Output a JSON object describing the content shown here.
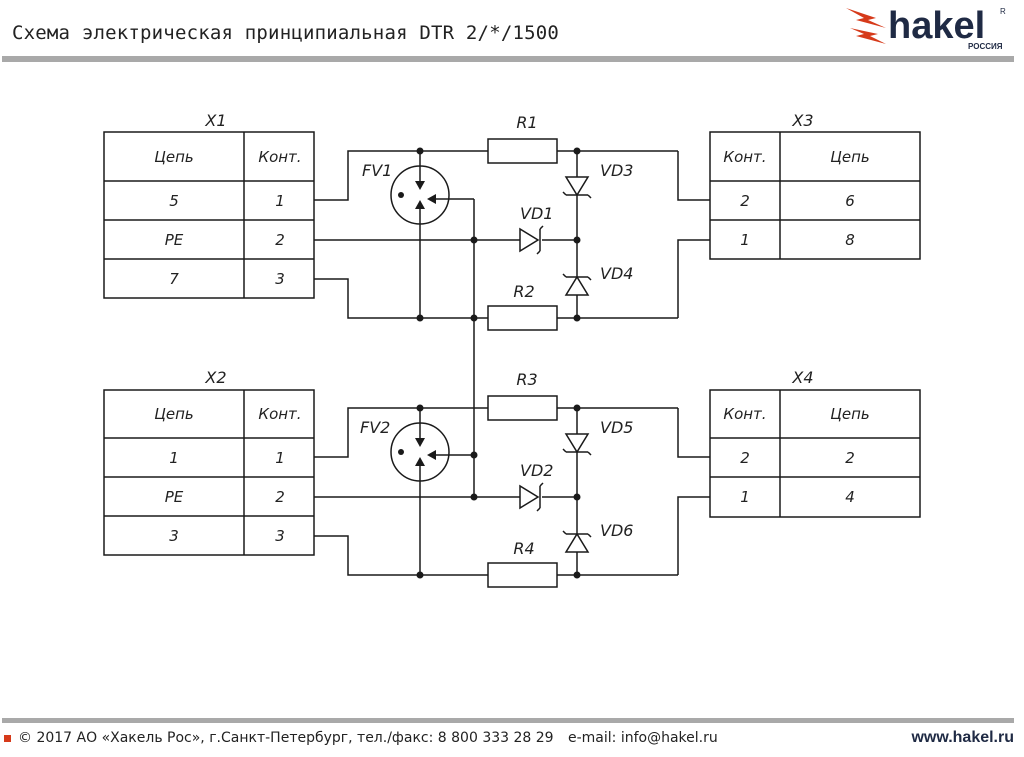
{
  "header": {
    "title": "Схема электрическая принципиальная DTR 2/*/1500",
    "logo_text": "hakel",
    "logo_sub": "РОССИЯ",
    "logo_mark": "R"
  },
  "colors": {
    "rule": "#a9a9a9",
    "accent": "#d63a1a",
    "logo_blue": "#1f2a44"
  },
  "connectors": {
    "x1": {
      "name": "X1",
      "head_circuit": "Цепь",
      "head_contact": "Конт.",
      "rows": [
        {
          "circuit": "5",
          "contact": "1"
        },
        {
          "circuit": "PE",
          "contact": "2"
        },
        {
          "circuit": "7",
          "contact": "3"
        }
      ]
    },
    "x2": {
      "name": "X2",
      "head_circuit": "Цепь",
      "head_contact": "Конт.",
      "rows": [
        {
          "circuit": "1",
          "contact": "1"
        },
        {
          "circuit": "PE",
          "contact": "2"
        },
        {
          "circuit": "3",
          "contact": "3"
        }
      ]
    },
    "x3": {
      "name": "X3",
      "head_contact": "Конт.",
      "head_circuit": "Цепь",
      "rows": [
        {
          "contact": "2",
          "circuit": "6"
        },
        {
          "contact": "1",
          "circuit": "8"
        }
      ]
    },
    "x4": {
      "name": "X4",
      "head_contact": "Конт.",
      "head_circuit": "Цепь",
      "rows": [
        {
          "contact": "2",
          "circuit": "2"
        },
        {
          "contact": "1",
          "circuit": "4"
        }
      ]
    }
  },
  "components": {
    "fv1": "FV1",
    "fv2": "FV2",
    "r1": "R1",
    "r2": "R2",
    "r3": "R3",
    "r4": "R4",
    "vd1": "VD1",
    "vd2": "VD2",
    "vd3": "VD3",
    "vd4": "VD4",
    "vd5": "VD5",
    "vd6": "VD6"
  },
  "footer": {
    "copyright": "© 2017 АО «Хакель Рос», г.Санкт-Петербург, тел./факс: 8 800 333 28 29",
    "email": "e-mail: info@hakel.ru",
    "site": "www.hakel.ru"
  }
}
